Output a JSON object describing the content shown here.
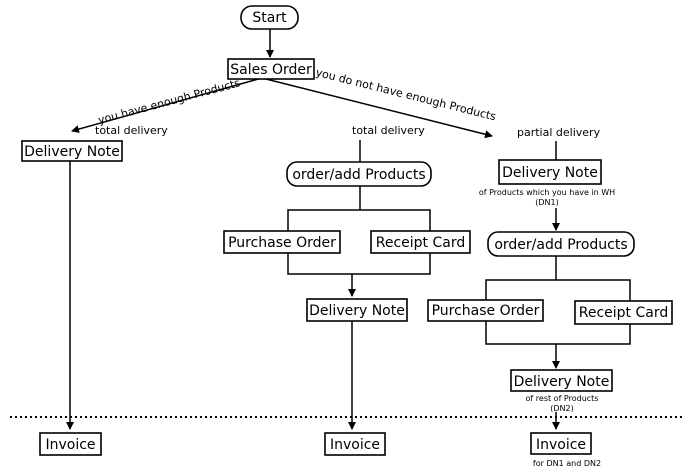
{
  "nodes": {
    "start": "Start",
    "sales_order": "Sales Order",
    "dn_left": "Delivery Note",
    "order_add_mid": "order/add Products",
    "po_mid": "Purchase Order",
    "rc_mid": "Receipt Card",
    "dn_mid": "Delivery Note",
    "dn1": "Delivery Note",
    "order_add_right": "order/add Products",
    "po_right": "Purchase Order",
    "rc_right": "Receipt Card",
    "dn2": "Delivery Note",
    "invoice_left": "Invoice",
    "invoice_mid": "Invoice",
    "invoice_right": "Invoice"
  },
  "edge_labels": {
    "enough": "you have enough Products",
    "not_enough": "you do not have enough Products",
    "total_left": "total delivery",
    "total_mid": "total delivery",
    "partial": "partial delivery"
  },
  "notes": {
    "dn1_line1": "of Products which you have in WH",
    "dn1_line2": "(DN1)",
    "dn2_line1": "of rest of Products",
    "dn2_line2": "(DN2)",
    "invoice_right": "for DN1 and DN2"
  }
}
